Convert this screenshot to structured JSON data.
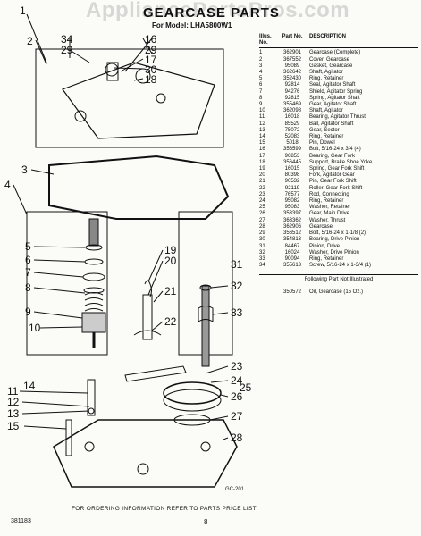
{
  "watermark": "AppliancePartsPros.com",
  "header": {
    "title": "GEARCASE PARTS",
    "model": "For Model: LHA5800W1"
  },
  "table": {
    "headers": {
      "illus": "Illus. No.",
      "part": "Part No.",
      "description": "DESCRIPTION"
    },
    "rows": [
      {
        "no": "1",
        "part": "362901",
        "desc": "Gearcase (Complete)"
      },
      {
        "no": "2",
        "part": "367552",
        "desc": "Cover, Gearcase"
      },
      {
        "no": "3",
        "part": "95089",
        "desc": "Gasket, Gearcase"
      },
      {
        "no": "4",
        "part": "362642",
        "desc": "Shaft, Agitator"
      },
      {
        "no": "5",
        "part": "352430",
        "desc": "Ring, Retainer"
      },
      {
        "no": "6",
        "part": "92814",
        "desc": "Seal, Agitator Shaft"
      },
      {
        "no": "7",
        "part": "94276",
        "desc": "Shield, Agitator Spring"
      },
      {
        "no": "8",
        "part": "92815",
        "desc": "Spring, Agitator Shaft"
      },
      {
        "no": "9",
        "part": "355469",
        "desc": "Gear, Agitator Shaft"
      },
      {
        "no": "10",
        "part": "362098",
        "desc": "Shaft, Agitator"
      },
      {
        "no": "11",
        "part": "16018",
        "desc": "Bearing, Agitator Thrust"
      },
      {
        "no": "12",
        "part": "85529",
        "desc": "Ball, Agitator Shaft"
      },
      {
        "no": "13",
        "part": "75072",
        "desc": "Gear, Sector"
      },
      {
        "no": "14",
        "part": "52083",
        "desc": "Ring, Retainer"
      },
      {
        "no": "15",
        "part": "5018",
        "desc": "Pin, Dowel"
      },
      {
        "no": "16",
        "part": "356599",
        "desc": "Bolt, 5/16-24 x 3/4 (4)"
      },
      {
        "no": "17",
        "part": "96853",
        "desc": "Bearing, Gear Fork"
      },
      {
        "no": "18",
        "part": "356445",
        "desc": "Support, Brake Shoe Yoke"
      },
      {
        "no": "19",
        "part": "16015",
        "desc": "Spring, Gear Fork Shift"
      },
      {
        "no": "20",
        "part": "80398",
        "desc": "Fork, Agitator Gear"
      },
      {
        "no": "21",
        "part": "90532",
        "desc": "Pin, Gear Fork Shift"
      },
      {
        "no": "22",
        "part": "92119",
        "desc": "Roller, Gear Fork Shift"
      },
      {
        "no": "23",
        "part": "76577",
        "desc": "Rod, Connecting"
      },
      {
        "no": "24",
        "part": "95082",
        "desc": "Ring, Retainer"
      },
      {
        "no": "25",
        "part": "95083",
        "desc": "Washer, Retainer"
      },
      {
        "no": "26",
        "part": "353397",
        "desc": "Gear, Main Drive"
      },
      {
        "no": "27",
        "part": "363362",
        "desc": "Washer, Thrust"
      },
      {
        "no": "28",
        "part": "362906",
        "desc": "Gearcase"
      },
      {
        "no": "29",
        "part": "356512",
        "desc": "Bolt, 5/16-24 x 1-1/8 (2)"
      },
      {
        "no": "30",
        "part": "354813",
        "desc": "Bearing, Drive Pinion"
      },
      {
        "no": "31",
        "part": "84467",
        "desc": "Pinion, Drive"
      },
      {
        "no": "32",
        "part": "16024",
        "desc": "Washer, Drive Pinion"
      },
      {
        "no": "33",
        "part": "90094",
        "desc": "Ring, Retainer"
      },
      {
        "no": "34",
        "part": "355613",
        "desc": "Screw, 5/16-24 x 1-3/4 (1)"
      }
    ],
    "not_illustrated_heading": "Following Part Not Illustrated",
    "not_illustrated": [
      {
        "no": "",
        "part": "350572",
        "desc": "Oil, Gearcase (15 Oz.)"
      }
    ]
  },
  "callouts": {
    "c1": "1",
    "c2": "2",
    "c3": "3",
    "c4": "4",
    "c5": "5",
    "c6": "6",
    "c7": "7",
    "c8": "8",
    "c9": "9",
    "c10": "10",
    "c11": "11",
    "c12": "12",
    "c13": "13",
    "c14": "14",
    "c15": "15",
    "c16": "16",
    "c17": "17",
    "c18": "18",
    "c19": "19",
    "c20": "20",
    "c21": "21",
    "c22": "22",
    "c23": "23",
    "c24": "24",
    "c25": "25",
    "c26": "26",
    "c27": "27",
    "c28": "28",
    "c29": "29",
    "c30": "30",
    "c31": "31",
    "c32": "32",
    "c33": "33",
    "c34": "34"
  },
  "footer": {
    "code": "381183",
    "note": "FOR ORDERING INFORMATION REFER TO PARTS PRICE LIST",
    "page": "8",
    "diagram_code": "GC-201"
  }
}
